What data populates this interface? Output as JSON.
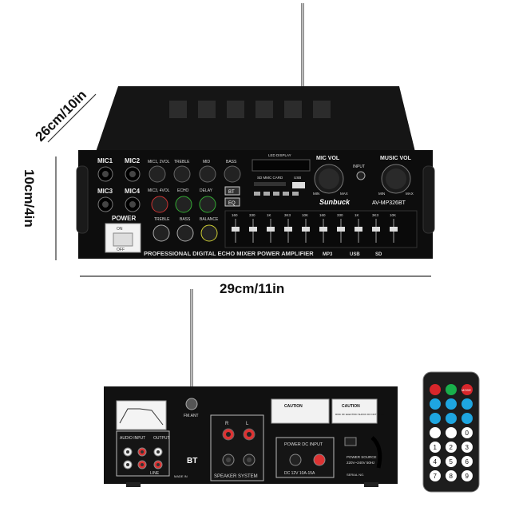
{
  "dimensions": {
    "depth": "26cm/10in",
    "height": "10cm/4in",
    "width": "29cm/11in"
  },
  "front": {
    "mic_labels": [
      "MIC1",
      "MIC2",
      "MIC3",
      "MIC4"
    ],
    "power": {
      "label": "POWER",
      "on": "ON",
      "off": "OFF"
    },
    "knob_labels_top": [
      "MIC1, 2VOL",
      "TREBLE",
      "MID",
      "BASS"
    ],
    "knob_labels_bottom": [
      "MIC3, 4VOL",
      "ECHO",
      "DELAY"
    ],
    "knob_labels_third": [
      "TREBLE",
      "BASS",
      "BALANCE"
    ],
    "led_display": "LED DISPLAY",
    "sd_card": "SD MMC CARD",
    "usb": "USB",
    "bt": "BT",
    "eq": "EQ",
    "mic_vol": "MIC VOL",
    "input": "INPUT",
    "music_vol": "MUSIC VOL",
    "brand": "Sunbuck",
    "model": "AV-MP326BT",
    "min": "MIN",
    "max": "MAX",
    "eq_freqs": [
      "160",
      "330",
      "1K",
      "3K3",
      "10K",
      "160",
      "330",
      "1K",
      "3K3",
      "10K"
    ],
    "footer": "PROFESSIONAL DIGITAL ECHO MIXER POWER AMPLIFIER",
    "footer_logos": [
      "MP3",
      "USB",
      "SD"
    ]
  },
  "rear": {
    "fm_ant": "FM.ANT",
    "audio_input": "AUDIO INPUT",
    "output": "OUTPUT",
    "line": "LINE",
    "bt": "BT",
    "made_in": "MADE IN",
    "speaker_system": "SPEAKER SYSTEM",
    "speaker_r": "R",
    "speaker_l": "L",
    "power_dc_input": "POWER DC INPUT",
    "dc_rating": "DC 12V 10A-15A",
    "caution": "CAUTION",
    "caution2": "CAUTION",
    "risk": "RISK OF ELECTRIC SHOCK DO NOT OPEN",
    "power_source": "POWER SOURCE",
    "voltage": "220V~240V 50Hz",
    "serial": "SERIAL NO."
  },
  "remote": {
    "button_colors": [
      "#d8262b",
      "#19b04b",
      "#d8262b",
      "#1ea6e0",
      "#1ea6e0",
      "#1ea6e0",
      "#1ea6e0",
      "#1ea6e0",
      "#1ea6e0",
      "#ffffff",
      "#ffffff",
      "#ffffff",
      "#ffffff",
      "#ffffff",
      "#ffffff",
      "#ffffff",
      "#ffffff",
      "#ffffff",
      "#ffffff",
      "#ffffff",
      "#ffffff"
    ],
    "digits": [
      "0",
      "1",
      "2",
      "3",
      "4",
      "5",
      "6",
      "7",
      "8",
      "9"
    ],
    "top_labels": [
      "MODE"
    ]
  }
}
